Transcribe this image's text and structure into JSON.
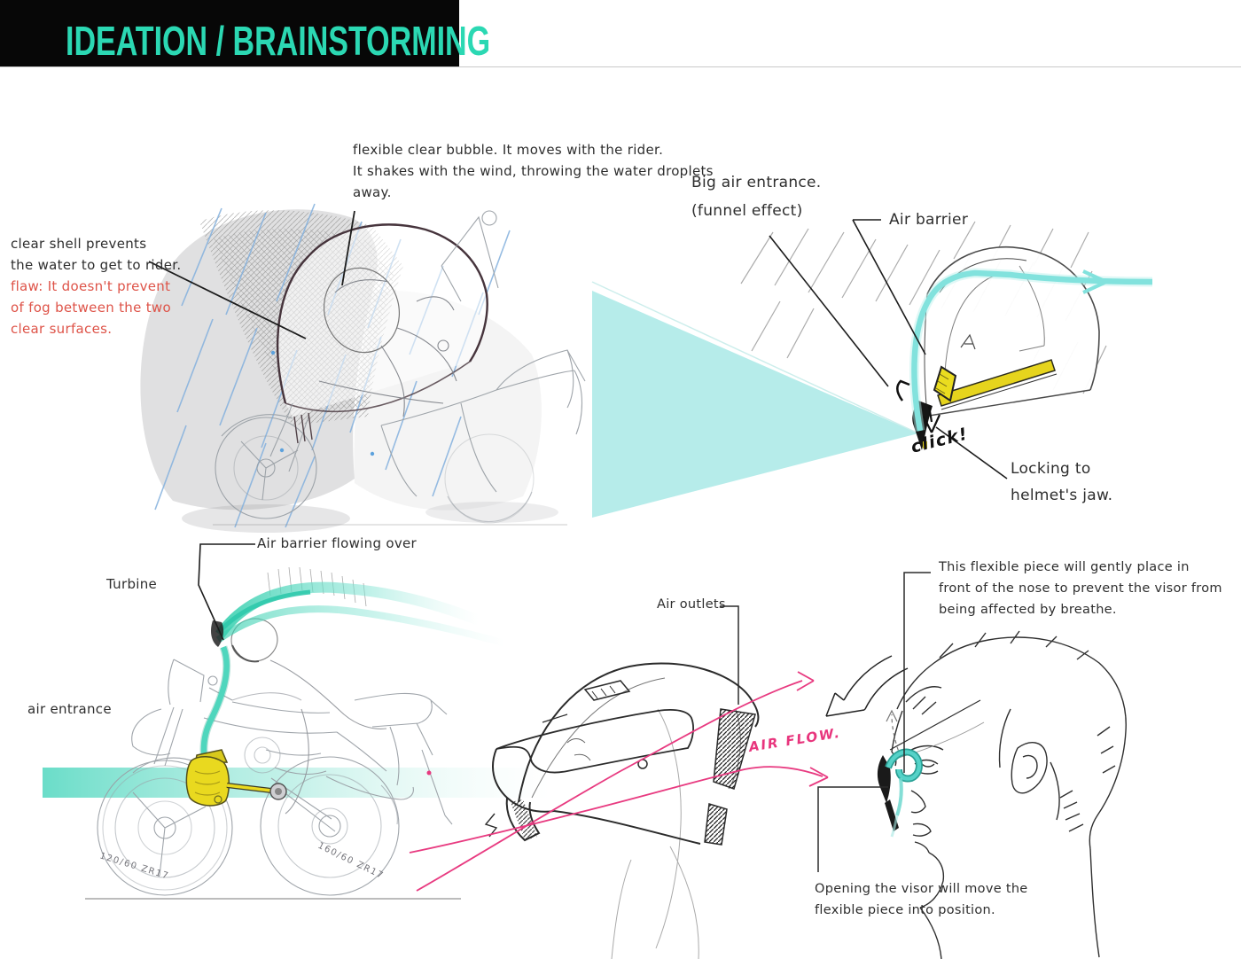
{
  "header": {
    "title": "IDEATION / BRAINSTORMING"
  },
  "colors": {
    "accent_teal": "#2bd8b3",
    "flow_teal": "#4fd6bd",
    "funnel_fill": "#b6ecea",
    "stream_teal": "#82e2dd",
    "device_yellow": "#e9d91f",
    "flaw_red": "#de5348",
    "airflow_pink": "#e8357d",
    "rain_blue": "#84b1de",
    "ink": "#2b2b2b",
    "sketch_gray": "#9aa0a6"
  },
  "notes": {
    "bubble": {
      "lines": [
        "flexible clear bubble. It moves with the rider.",
        "It shakes with the wind, throwing the water droplets",
        "away."
      ]
    },
    "shell": {
      "black_lines": [
        "clear shell prevents",
        "the water to get to rider."
      ],
      "flaw_lines": [
        "flaw: It doesn't prevent",
        "of fog between the two",
        "clear surfaces."
      ]
    },
    "big_air": {
      "lines": [
        "Big air entrance.",
        "(funnel effect)"
      ]
    },
    "air_barrier": {
      "label": "Air barrier"
    },
    "click": {
      "label": "click!"
    },
    "locking": {
      "lines": [
        "Locking to",
        "helmet's jaw."
      ]
    },
    "flowing_over": {
      "label": "Air barrier flowing over"
    },
    "turbine": {
      "label": "Turbine"
    },
    "air_entrance": {
      "label": "air entrance"
    },
    "air_outlets": {
      "label": "Air outlets"
    },
    "air_flow": {
      "label": "AIR FLOW."
    },
    "flexible_piece": {
      "lines": [
        "This flexible piece will gently place in",
        "front of the nose to prevent the visor from",
        "being affected by breathe."
      ]
    },
    "opening_visor": {
      "lines": [
        "Opening the visor will move the",
        "flexible piece into position."
      ]
    },
    "tires": {
      "front": "120/60 ZR17",
      "rear": "160/60 ZR17"
    }
  }
}
